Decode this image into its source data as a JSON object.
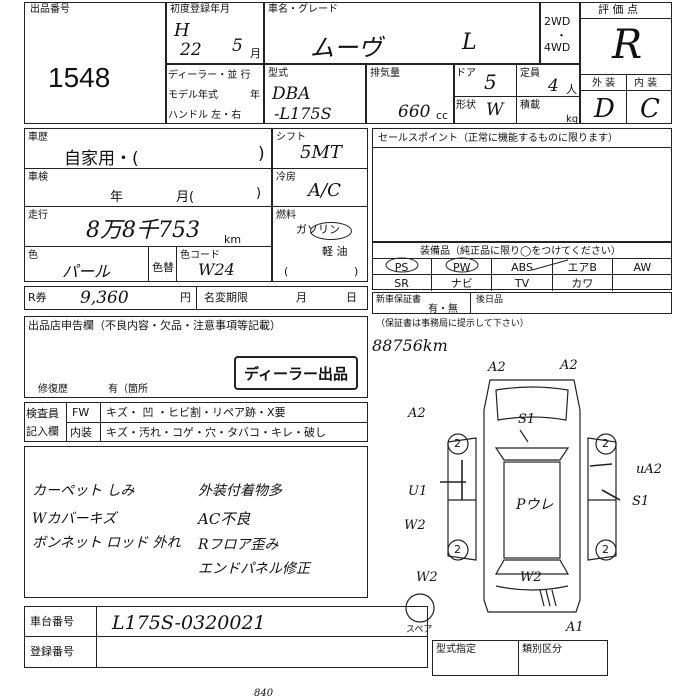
{
  "header": {
    "lot_label": "出品番号",
    "lot_number": "1548",
    "first_reg_label": "初度登録年月",
    "era": "H",
    "year": "22",
    "month": "5",
    "month_unit": "月",
    "name_label": "車名・グレード",
    "car_name": "ムーヴ",
    "grade": "L",
    "drive_2wd": "2WD",
    "drive_4wd": "4WD",
    "grade_label": "評 価 点",
    "score": "R",
    "exterior_label": "外 装",
    "interior_label": "内 装",
    "exterior_score": "D",
    "interior_score": "C",
    "dealer_label": "ディーラー・並 行",
    "model_year_label": "モデル年式",
    "model_year_unit": "年",
    "handle_label": "ハンドル 左・右",
    "type_label": "型式",
    "type_line1": "DBA",
    "type_line2": "-L175S",
    "displacement_label": "排気量",
    "displacement": "660",
    "cc": "cc",
    "door_label": "ドア",
    "doors": "5",
    "capacity_label": "定員",
    "capacity": "4",
    "capacity_unit": "人",
    "shape_label": "形状",
    "shape": "W",
    "load_label": "積載",
    "kg": "kg"
  },
  "history": {
    "label": "車歴",
    "value": "自家用・(",
    "paren_close": ")"
  },
  "inspection": {
    "label": "車検",
    "year": "年",
    "month": "月(",
    "close": ")"
  },
  "mileage": {
    "label": "走行",
    "value": "8万8千753",
    "unit": "km"
  },
  "color": {
    "label": "色",
    "value": "パール",
    "change_label": "色替",
    "code_label": "色コード",
    "code": "W24",
    "paren_open": "(",
    "paren_close": ")"
  },
  "shift": {
    "label": "シフト",
    "value": "5MT"
  },
  "ac": {
    "label": "冷房",
    "value": "A/C"
  },
  "fuel": {
    "label": "燃料",
    "gasoline": "ガソリン",
    "light_oil": "軽 油",
    "paren_open": "(",
    "paren_close": ")"
  },
  "sales_point": {
    "label": "セールスポイント（正常に機能するものに限ります）"
  },
  "equipment": {
    "label": "装備品（純正品に限り◯をつけてください）",
    "row1": [
      "PS",
      "PW",
      "ABS",
      "エアB",
      "AW"
    ],
    "row2": [
      "SR",
      "ナビ",
      "TV",
      "カワ",
      ""
    ]
  },
  "recycle": {
    "label": "R券",
    "value": "9,360",
    "yen": "円",
    "tax_label": "名変期限",
    "month": "月",
    "day": "日"
  },
  "warranty": {
    "label": "新車保証書",
    "value": "有・無",
    "backseat_label": "後日品"
  },
  "declaration": {
    "label": "出品店申告欄（不良内容・欠品・注意事項等記載）",
    "repair_label": "修復歴",
    "repair_value": "有（箇所",
    "dealer_stamp": "ディーラー出品"
  },
  "warranty_note": "（保証書は事務局に提示して下さい）",
  "odometer_note": "88756km",
  "inspector": {
    "label1": "検査員",
    "label2": "記入欄",
    "row1_head": "FW",
    "row1": "キズ・ 凹 ・ヒビ割・リペア跡・X要",
    "row2_head": "内装",
    "row2": "キズ・汚れ・コゲ・穴・タバコ・キレ・破し"
  },
  "notes_left": [
    "カーペット しみ",
    "Wカバーキズ",
    "ボンネット ロッド 外れ"
  ],
  "notes_right": [
    "外装付着物多",
    "AC不良",
    "Rフロア歪み",
    "エンドパネル修正"
  ],
  "diagram": {
    "codes": {
      "a2_top_left": "A2",
      "a2_top_right": "A2",
      "a2_left": "A2",
      "s1_top": "S1",
      "u_a2_right": "uA2",
      "s1_right": "S1",
      "u1_left": "U1",
      "w2_left": "W2",
      "w2_rear_left": "W2",
      "w2_rear": "W2",
      "a1_bottom": "A1",
      "center": "Pウレ",
      "tire": "2",
      "spare_label": "スペア"
    }
  },
  "chassis": {
    "label": "車台番号",
    "value": "L175S-0320021"
  },
  "registration": {
    "label": "登録番号"
  },
  "type_spec": {
    "label1": "型式指定",
    "label2": "類別区分"
  },
  "footer": "840"
}
